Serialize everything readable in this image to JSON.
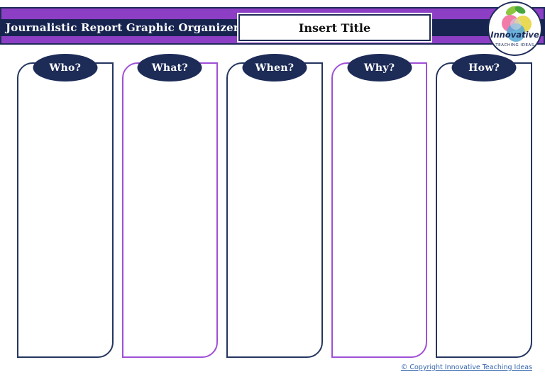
{
  "header": {
    "title": "Journalistic Report Graphic Organizer",
    "insert_title_placeholder": "Insert Title"
  },
  "logo": {
    "brand": "Innovative",
    "tagline": "TEACHING IDEAS",
    "icon": "apple-icon"
  },
  "columns": [
    {
      "label": "Who?",
      "accent_color": "#24355f"
    },
    {
      "label": "What?",
      "accent_color": "#A04FD6"
    },
    {
      "label": "When?",
      "accent_color": "#24355f"
    },
    {
      "label": "Why?",
      "accent_color": "#A04FD6"
    },
    {
      "label": "How?",
      "accent_color": "#24355f"
    }
  ],
  "footer": {
    "copyright": "© Copyright Innovative Teaching Ideas"
  },
  "colors": {
    "navy": "#1d2b57",
    "header_purple": "#8C3EC5",
    "column_purple": "#A04FD6",
    "link_blue": "#3465AC",
    "leaf_green_light": "#8dc63f",
    "leaf_green_dark": "#45a63d",
    "apple_pink": "#ef6a9c",
    "apple_blue": "#58aad8",
    "apple_yellow": "#e7d43c"
  }
}
